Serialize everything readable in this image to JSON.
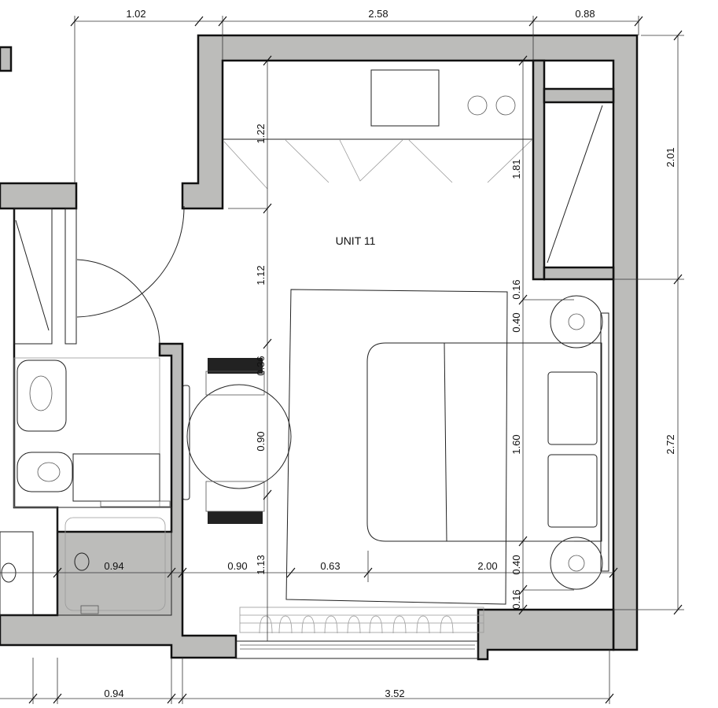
{
  "room_label": "UNIT 11",
  "colors": {
    "wall": "#bcbcba",
    "line": "#111111"
  },
  "dimensions": {
    "top": [
      "1.02",
      "2.58",
      "0.88"
    ],
    "right": [
      "2.01",
      "2.72"
    ],
    "bottom": [
      "0.94",
      "3.52"
    ],
    "wardrobe_depth": "1.22",
    "kitchen_to_wall": "1.81",
    "entry_depth": "1.12",
    "nightstand_gap_top": "0.16",
    "nightstand_top": "0.40",
    "chair_depth": "0.36",
    "table_diameter": "0.90",
    "bed_width": "1.60",
    "bottom_clear": "1.13",
    "nightstand_bottom": "0.40",
    "nightstand_gap_bottom": "0.16",
    "horizontal_row": [
      "0.94",
      "0.90",
      "0.63",
      "2.00"
    ]
  }
}
